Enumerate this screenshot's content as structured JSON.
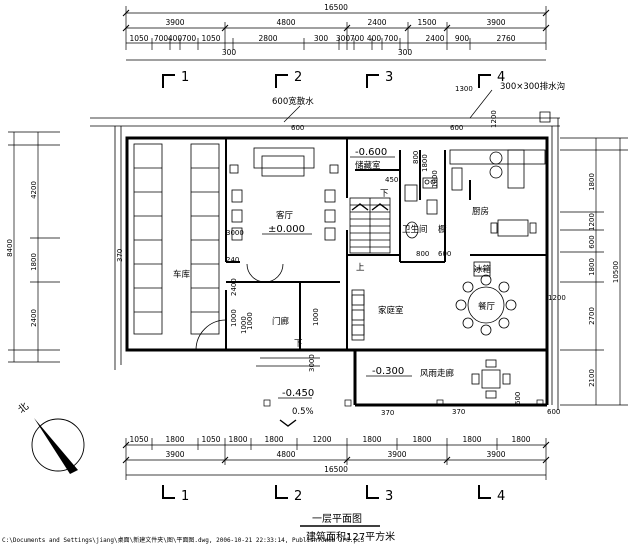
{
  "dimensions": {
    "total_top": "16500",
    "total_bottom": "16500",
    "top_row1": [
      "3900",
      "4800",
      "2400",
      "1500",
      "3900"
    ],
    "top_row2": [
      "1050",
      "700",
      "400",
      "700",
      "1050",
      "300",
      "2800",
      "300",
      "300",
      "700",
      "400",
      "700",
      "300",
      "2400",
      "900",
      "2760"
    ],
    "bottom_row1": [
      "1050",
      "1800",
      "1050",
      "1800",
      "1800",
      "1200",
      "1800",
      "1800",
      "1800",
      "1800"
    ],
    "bottom_row2": [
      "3900",
      "4800",
      "3900",
      "3900"
    ],
    "left": [
      "4200",
      "1800",
      "2400"
    ],
    "left_total": "8400",
    "right": [
      "1800",
      "1200",
      "600",
      "1800",
      "2700",
      "2100"
    ],
    "right_total": "10500",
    "misc": [
      "600",
      "600",
      "1300",
      "1200",
      "1000",
      "450",
      "800",
      "800",
      "600",
      "1800",
      "370",
      "370",
      "370",
      "600",
      "1200",
      "600",
      "2400",
      "1000",
      "1000",
      "1000",
      "1000",
      "3000",
      "3000",
      "240"
    ]
  },
  "axes": {
    "top": [
      "1",
      "2",
      "3",
      "4"
    ],
    "bottom": [
      "1",
      "2",
      "3",
      "4"
    ]
  },
  "annotations": {
    "drain": "300×300排水沟",
    "apron": "600宽散水",
    "elev_storage": "-0.600",
    "elev_living": "±0.000",
    "elev_entry": "-0.450",
    "slope": "0.5%",
    "elev_porch": "-0.300",
    "down_1": "下",
    "down_2": "下",
    "up": "上",
    "north": "北"
  },
  "rooms": {
    "storage": "储藏室",
    "living": "客厅",
    "kitchen": "厨房",
    "bathroom": "卫生间",
    "cabinet": "橱",
    "garage": "车库",
    "fridge": "冰箱",
    "dining": "餐厅",
    "foyer": "门廊",
    "family": "家庭室",
    "porch": "风雨走廊"
  },
  "title": {
    "main": "一层平面图",
    "area_label": "建筑面积：",
    "area_value": "127平方米"
  },
  "footer": {
    "path": "C:\\Documents and Settings\\jiang\\桌面\\新建文件夹\\图\\平面图.dwg, 2006-10-21 22:33:14, PublishToWeb JPG.pc3"
  }
}
